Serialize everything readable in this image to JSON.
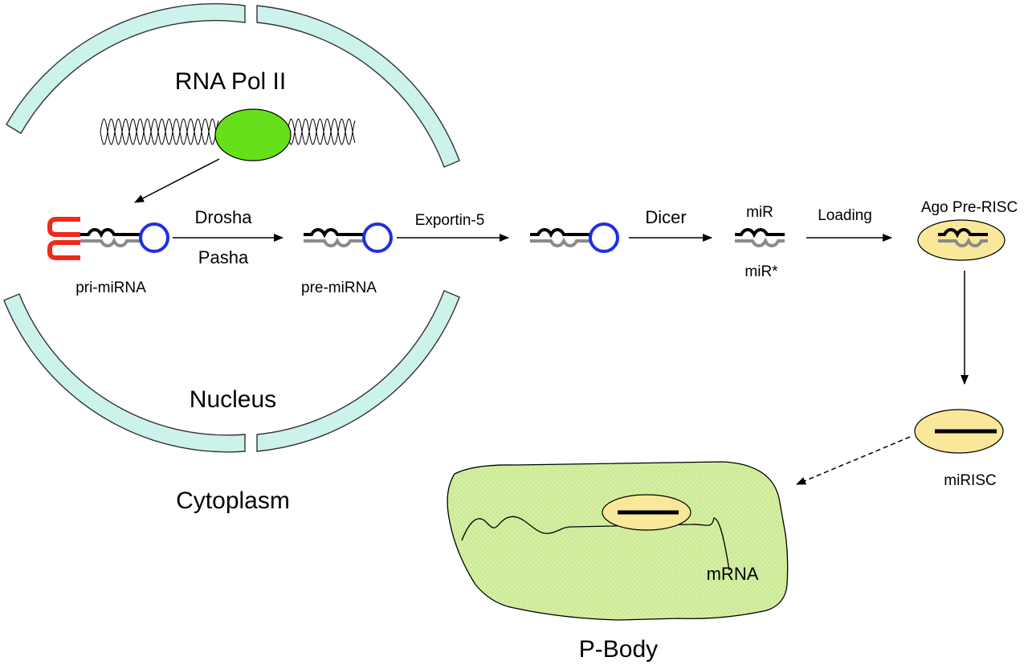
{
  "labels": {
    "rna_pol": "RNA Pol II",
    "drosha": "Drosha",
    "pasha": "Pasha",
    "exportin": "Exportin-5",
    "dicer": "Dicer",
    "mir": "miR",
    "mir_star": "miR*",
    "loading": "Loading",
    "ago": "Ago Pre-RISC",
    "pri": "pri-miRNA",
    "pre": "pre-miRNA",
    "nucleus": "Nucleus",
    "cytoplasm": "Cytoplasm",
    "mirisc": "miRISC",
    "mrna": "mRNA",
    "pbody": "P-Body"
  },
  "colors": {
    "nuclear_membrane": "#ccf2ec",
    "rna_pol": "#66e01a",
    "risc": "#f9e89a",
    "p_body": "#d4eea0",
    "loop": "#1f2ee6",
    "cap": "#ee2a1a",
    "guide_strand": "#000000",
    "passenger_strand": "#8a8a8a"
  },
  "icons": {
    "dna": "dna-double-helix-icon",
    "rna_pol": "rna-pol-ii-icon",
    "hairpin": "hairpin-rna-icon",
    "duplex": "mirna-duplex-icon"
  }
}
